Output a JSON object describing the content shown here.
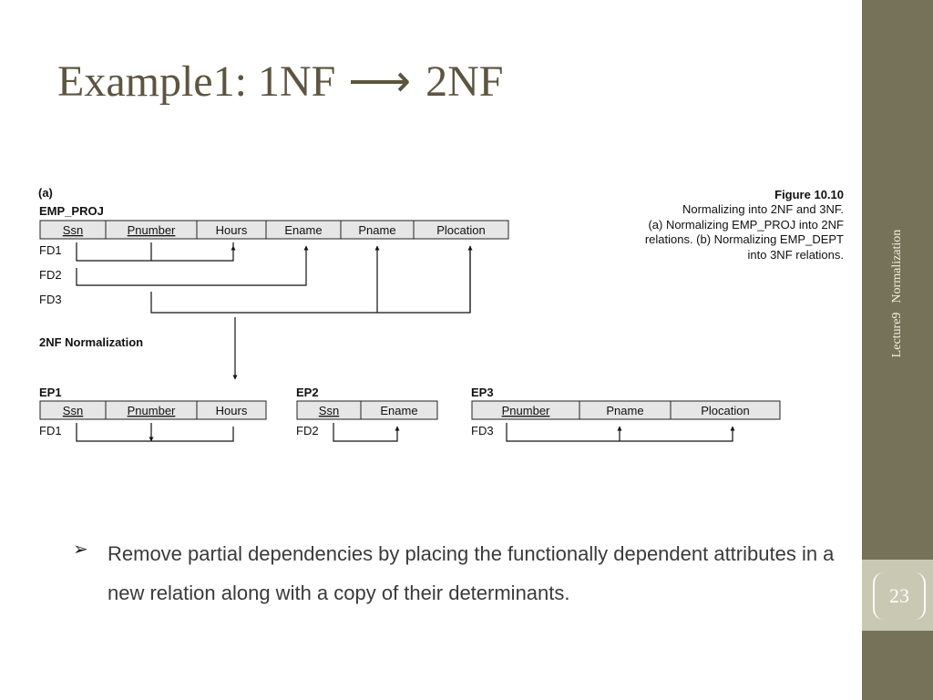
{
  "slide": {
    "title_prefix": "Example1: 1NF",
    "title_suffix": "2NF",
    "sidebar_lecture": "Lecture9",
    "sidebar_topic": "Normalization",
    "page_number": "23",
    "bullet": "Remove partial dependencies by placing the functionally dependent attributes in a new relation along with a copy of their determinants."
  },
  "figure": {
    "part_label": "(a)",
    "caption_title": "Figure 10.10",
    "caption_lines": [
      "Normalizing into 2NF and 3NF.",
      "(a) Normalizing EMP_PROJ into 2NF",
      "relations. (b) Normalizing EMP_DEPT",
      "into 3NF relations."
    ],
    "emp_proj": {
      "name": "EMP_PROJ",
      "attributes": [
        "Ssn",
        "Pnumber",
        "Hours",
        "Ename",
        "Pname",
        "Plocation"
      ],
      "key": [
        "Ssn",
        "Pnumber"
      ]
    },
    "fd_labels": [
      "FD1",
      "FD2",
      "FD3"
    ],
    "step_label": "2NF Normalization",
    "relations": [
      {
        "name": "EP1",
        "attributes": [
          "Ssn",
          "Pnumber",
          "Hours"
        ],
        "key": [
          "Ssn",
          "Pnumber"
        ],
        "fd": "FD1"
      },
      {
        "name": "EP2",
        "attributes": [
          "Ssn",
          "Ename"
        ],
        "key": [
          "Ssn"
        ],
        "fd": "FD2"
      },
      {
        "name": "EP3",
        "attributes": [
          "Pnumber",
          "Pname",
          "Plocation"
        ],
        "key": [
          "Pnumber"
        ],
        "fd": "FD3"
      }
    ]
  }
}
